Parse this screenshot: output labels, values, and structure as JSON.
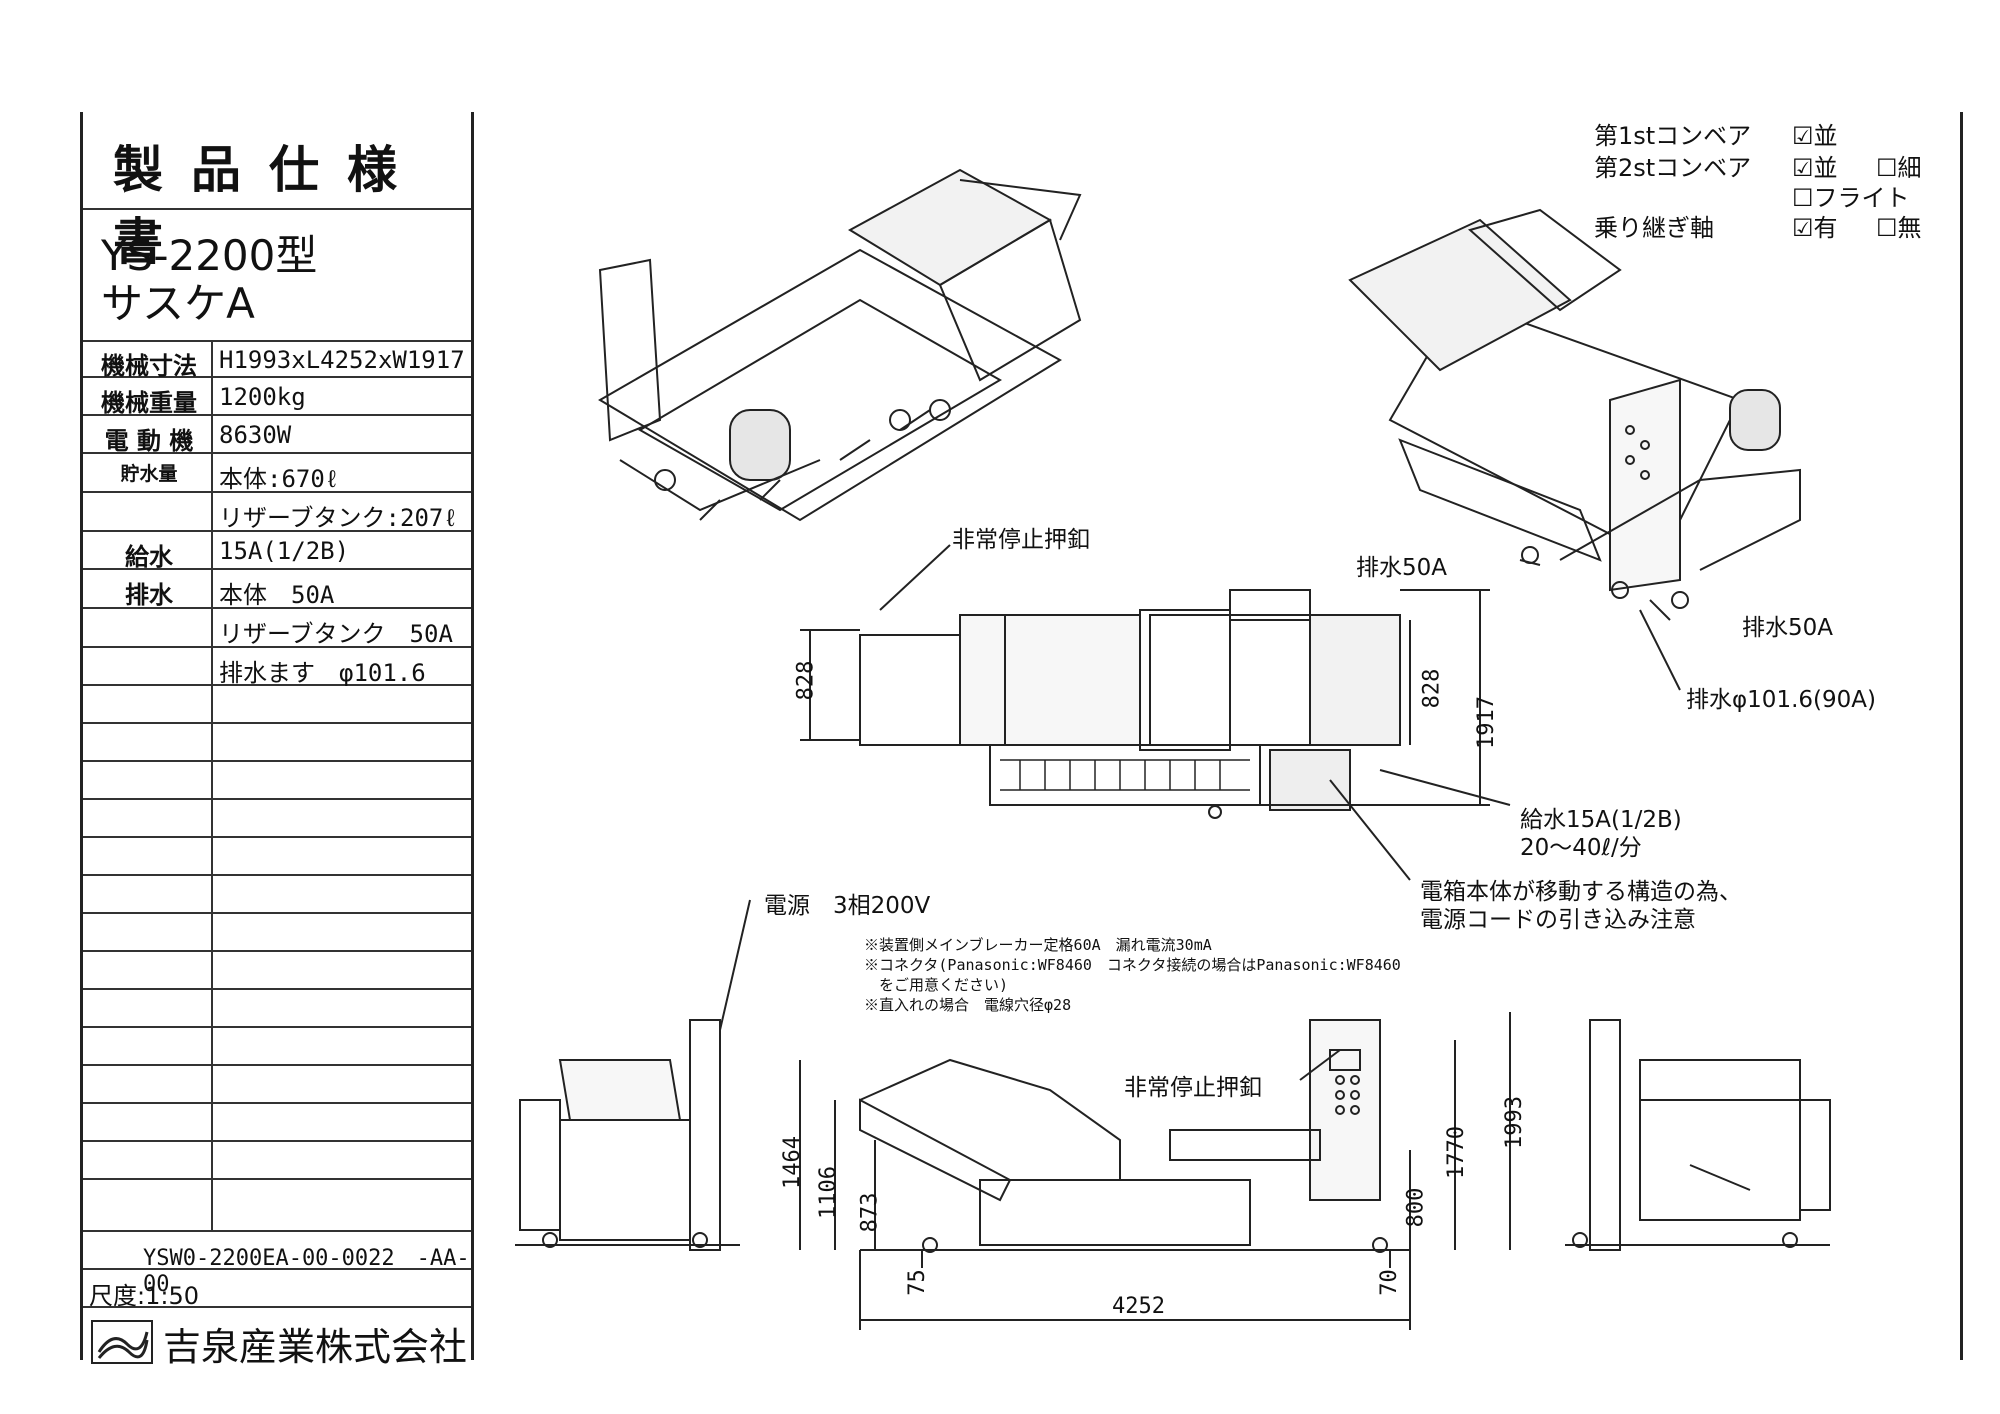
{
  "title_block": {
    "doc_title": "製品仕様書",
    "model_line1": "YS-2200型",
    "model_line2": "サスケA",
    "rows": [
      {
        "label": "機械寸法",
        "value": "H1993xL4252xW1917"
      },
      {
        "label": "機械重量",
        "value": "1200kg"
      },
      {
        "label": "電 動 機",
        "value": "8630W"
      },
      {
        "label": "貯水量",
        "value": "本体:670ℓ"
      },
      {
        "label": "",
        "value": "リザーブタンク:207ℓ"
      },
      {
        "label": "給水",
        "value": "15A(1/2B)"
      },
      {
        "label": "排水",
        "value": "本体　50A"
      },
      {
        "label": "",
        "value": "リザーブタンク　50A"
      },
      {
        "label": "",
        "value": "排水ます　φ101.6"
      }
    ],
    "drawing_number": "YSW0-2200EA-00-0022　-AA-00",
    "scale": "尺度:1:50",
    "company": "吉泉産業株式会社"
  },
  "options": {
    "row1_label": "第1stコンベア",
    "row1_opt1": "☑並",
    "row2_label": "第2stコンベア",
    "row2_opt1": "☑並",
    "row2_opt2": "☐細",
    "row2_opt3": "☐フライト",
    "row3_label": "乗り継ぎ軸",
    "row3_opt1": "☑有",
    "row3_opt2": "☐無"
  },
  "annotations": {
    "emergency_stop_top": "非常停止押釦",
    "drain_50a_left": "排水50A",
    "drain_50a_right": "排水50A",
    "drain_pipe": "排水φ101.6(90A)",
    "water_supply": "給水15A(1/2B)",
    "water_flow": "20～40ℓ/分",
    "cable_note_1": "電箱本体が移動する構造の為、",
    "cable_note_2": "電源コードの引き込み注意",
    "power": "電源　3相200V",
    "note_1": "※装置側メインブレーカー定格60A　漏れ電流30mA",
    "note_2": "※コネクタ(Panasonic:WF8460　コネクタ接続の場合はPanasonic:WF8460",
    "note_3": "　をご用意ください)",
    "note_4": "※直入れの場合　電線穴径φ28",
    "emergency_stop_side": "非常停止押釦"
  },
  "dimensions": {
    "top_width_left": "828",
    "top_width_right": "828",
    "total_width": "1917",
    "h_1464": "1464",
    "h_1106": "1106",
    "h_873": "873",
    "h_75": "75",
    "h_1993": "1993",
    "h_1770": "1770",
    "h_800": "800",
    "h_70": "70",
    "length": "4252"
  }
}
